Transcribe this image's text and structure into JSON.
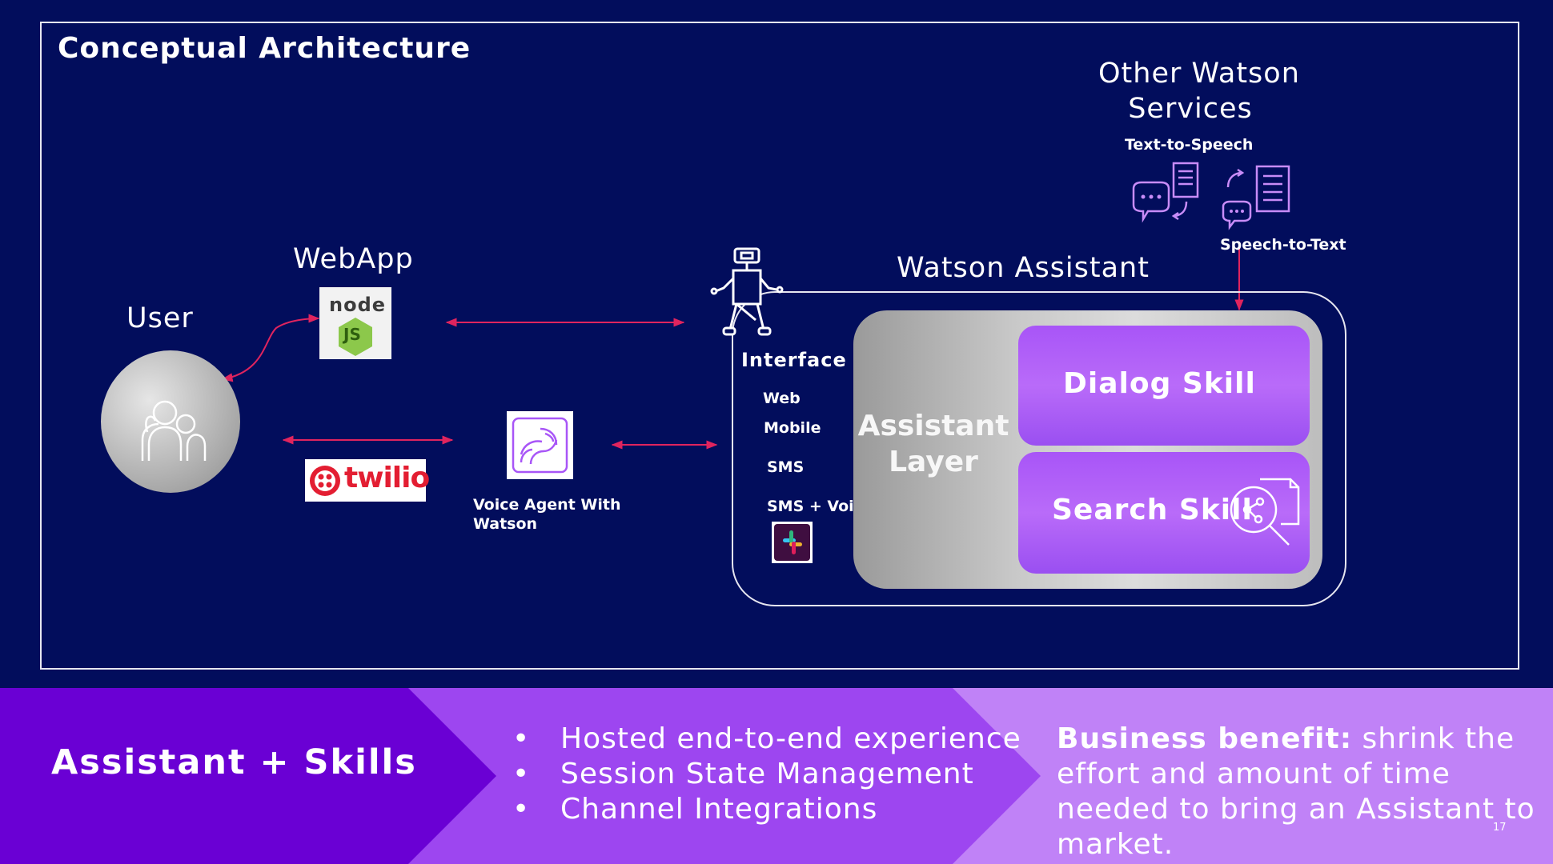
{
  "title": "Conceptual Architecture",
  "labels": {
    "user": "User",
    "webapp": "WebApp",
    "watson_assistant": "Watson Assistant",
    "other_services": [
      "Other Watson",
      "Services"
    ],
    "tts": "Text-to-Speech",
    "stt": "Speech-to-Text",
    "interface": "Interface",
    "voice_agent": [
      "Voice Agent With",
      "Watson"
    ],
    "assistant_layer": [
      "Assistant",
      "Layer"
    ],
    "dialog_skill": "Dialog Skill",
    "search_skill": "Search Skill",
    "twilio": "twilio",
    "node": "node",
    "node_js": "JS"
  },
  "channels": [
    "Web",
    "Mobile",
    "SMS",
    "SMS + Voice"
  ],
  "band": {
    "title": "Assistant + Skills",
    "bullets": [
      "Hosted end-to-end experience",
      "Session State Management",
      "Channel Integrations"
    ],
    "benefit_bold": "Business benefit:",
    "benefit_text": " shrink the effort and amount of time needed to bring an Assistant to market.",
    "bullet_char": "•"
  },
  "page_number": "17",
  "colors": {
    "background": "#020d5c",
    "arrow": "#e0245e",
    "skill": "#a855f7",
    "band_left": "#6a00d4",
    "band_mid": "#9d46f0",
    "band_right": "#c082f7"
  }
}
